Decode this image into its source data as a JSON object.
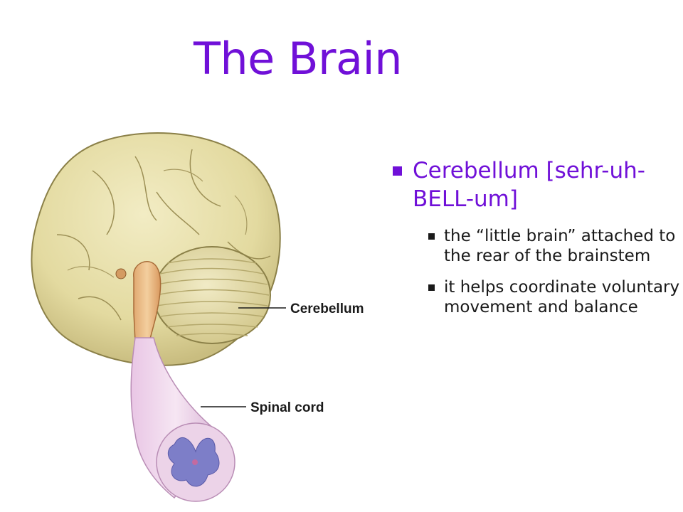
{
  "title": "The Brain",
  "figure": {
    "icon": "brain-cerebellum-spinal-cord-illustration",
    "labels": {
      "cerebellum": "Cerebellum",
      "spinal_cord": "Spinal cord"
    }
  },
  "bullets": [
    {
      "text": "Cerebellum [sehr-uh-BELL-um]",
      "sub": [
        "the “little brain” attached to the rear of the brainstem",
        "it helps coordinate voluntary movement and balance"
      ]
    }
  ],
  "colors": {
    "accent": "#7010d8",
    "text": "#1a1a1a",
    "brain": "#e6dfa6",
    "spinal_cord": "#e8c8e6",
    "gray_matter": "#7d7ec8"
  }
}
